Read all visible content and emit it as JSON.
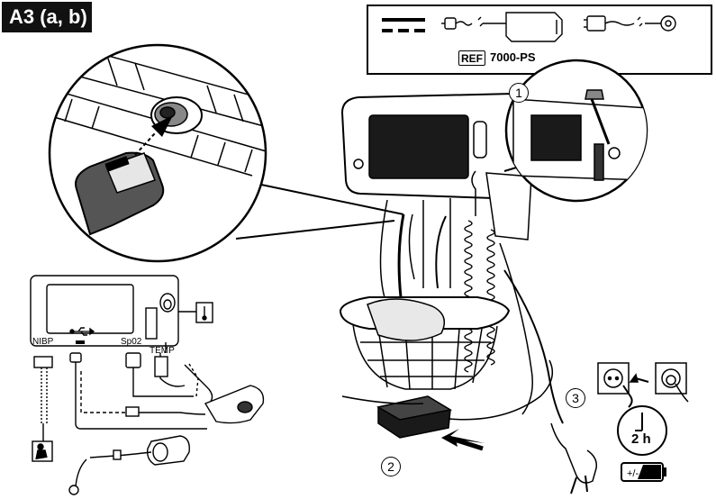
{
  "figure": {
    "badge": "A3 (a, b)"
  },
  "accessory_panel": {
    "ref_tag": "REF",
    "ref_number": "7000-PS"
  },
  "device_labels": {
    "nibp": "NIBP",
    "spo2": "Sp02",
    "temp": "TEMP"
  },
  "steps": {
    "step_1": "1",
    "step_2": "2",
    "step_3": "3"
  },
  "charge_time": "2 h",
  "icons": [
    "dc-power-symbol",
    "power-supply-icon",
    "ac-cable-icon",
    "usb-icon",
    "thermometer-icon",
    "patient-icon",
    "battery-charging-icon",
    "wall-outlet-icon",
    "clock-icon",
    "arrow-icon"
  ]
}
